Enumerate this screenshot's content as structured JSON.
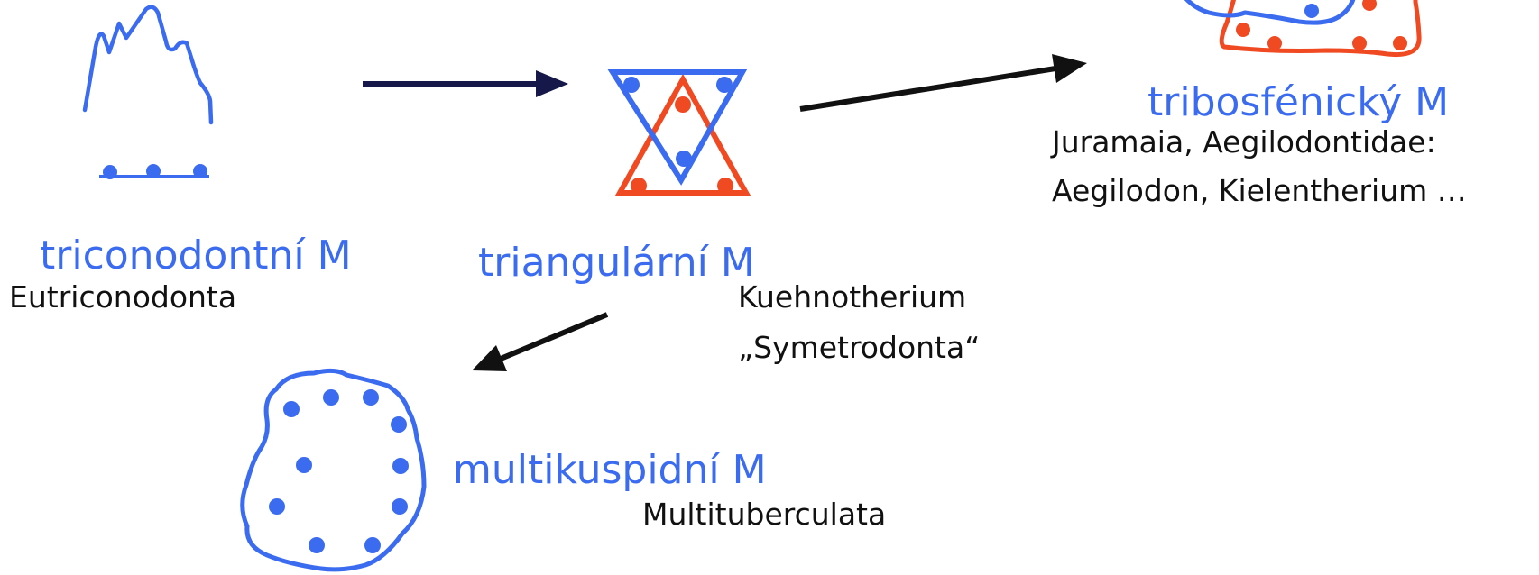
{
  "colors": {
    "blue": "#3b6cf0",
    "red": "#f04a23",
    "navy": "#151848",
    "black": "#111111"
  },
  "nodes": {
    "triconodont": {
      "title": "triconodontní M",
      "taxa": [
        "Eutriconodonta"
      ]
    },
    "triangular": {
      "title": "triangulární M",
      "taxa": [
        "Kuehnotherium",
        "„Symetrodonta“"
      ]
    },
    "tribosphenic": {
      "title": "tribosfénický M",
      "taxa": [
        "Juramaia, Aegilodontidae:",
        "Aegilodon, Kielentherium …"
      ]
    },
    "multicuspid": {
      "title": "multikuspidní M",
      "taxa": [
        "Multituberculata"
      ]
    }
  }
}
